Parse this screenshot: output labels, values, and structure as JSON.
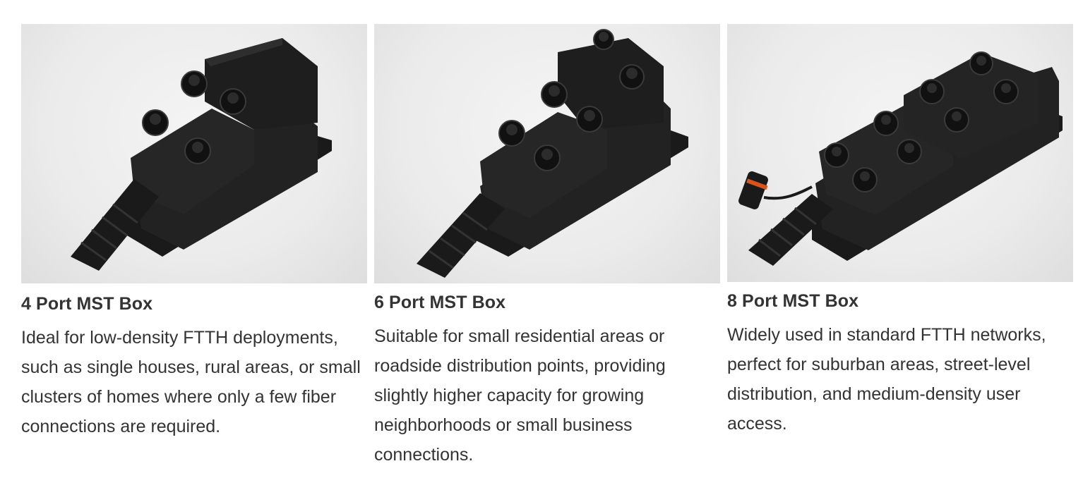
{
  "products": [
    {
      "title": "4 Port MST Box",
      "description": "Ideal for low-density FTTH deployments, such as single houses, rural areas, or small clusters of homes where only a few fiber connections are required.",
      "ports": 4
    },
    {
      "title": "6 Port MST Box",
      "description": "Suitable for small residential areas or roadside distribution points, providing slightly higher capacity for growing neighborhoods or small business connections.",
      "ports": 6
    },
    {
      "title": "8 Port MST Box",
      "description": "Widely used in standard FTTH networks, perfect for suburban areas, street-level distribution, and medium-density user access.",
      "ports": 8
    }
  ],
  "colors": {
    "text": "#333333",
    "box_body": "#1c1c1c",
    "photo_bg": "#ebebeb"
  }
}
